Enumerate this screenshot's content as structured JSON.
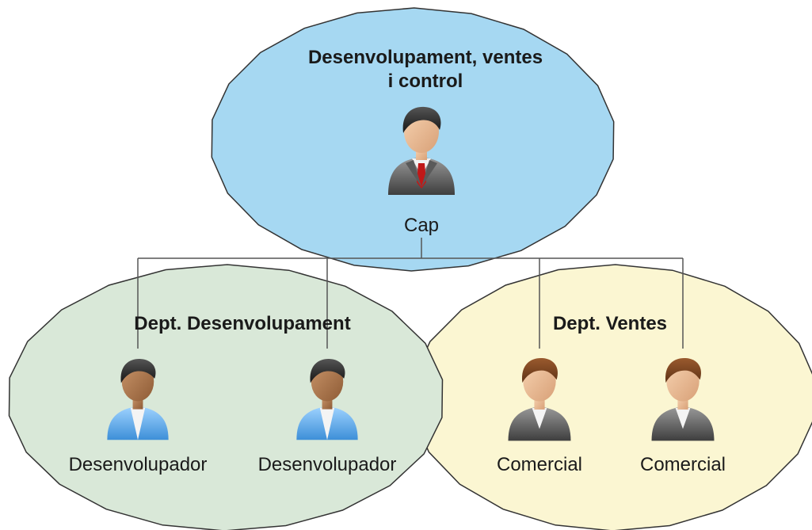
{
  "groups": {
    "management": {
      "title_line1": "Desenvolupament, ventes",
      "title_line2": "i control",
      "color": "#a6d8f2"
    },
    "development": {
      "title": "Dept. Desenvolupament",
      "color": "#d9e8d8"
    },
    "sales": {
      "title": "Dept. Ventes",
      "color": "#fbf6d2"
    }
  },
  "people": {
    "head": {
      "label": "Cap",
      "icon": "businessman-icon"
    },
    "developer_1": {
      "label": "Desenvolupador",
      "icon": "developer-icon"
    },
    "developer_2": {
      "label": "Desenvolupador",
      "icon": "developer-icon"
    },
    "sales_1": {
      "label": "Comercial",
      "icon": "salesperson-icon"
    },
    "sales_2": {
      "label": "Comercial",
      "icon": "salesperson-icon"
    }
  },
  "colors": {
    "outline": "#333333",
    "connector": "#555555"
  }
}
